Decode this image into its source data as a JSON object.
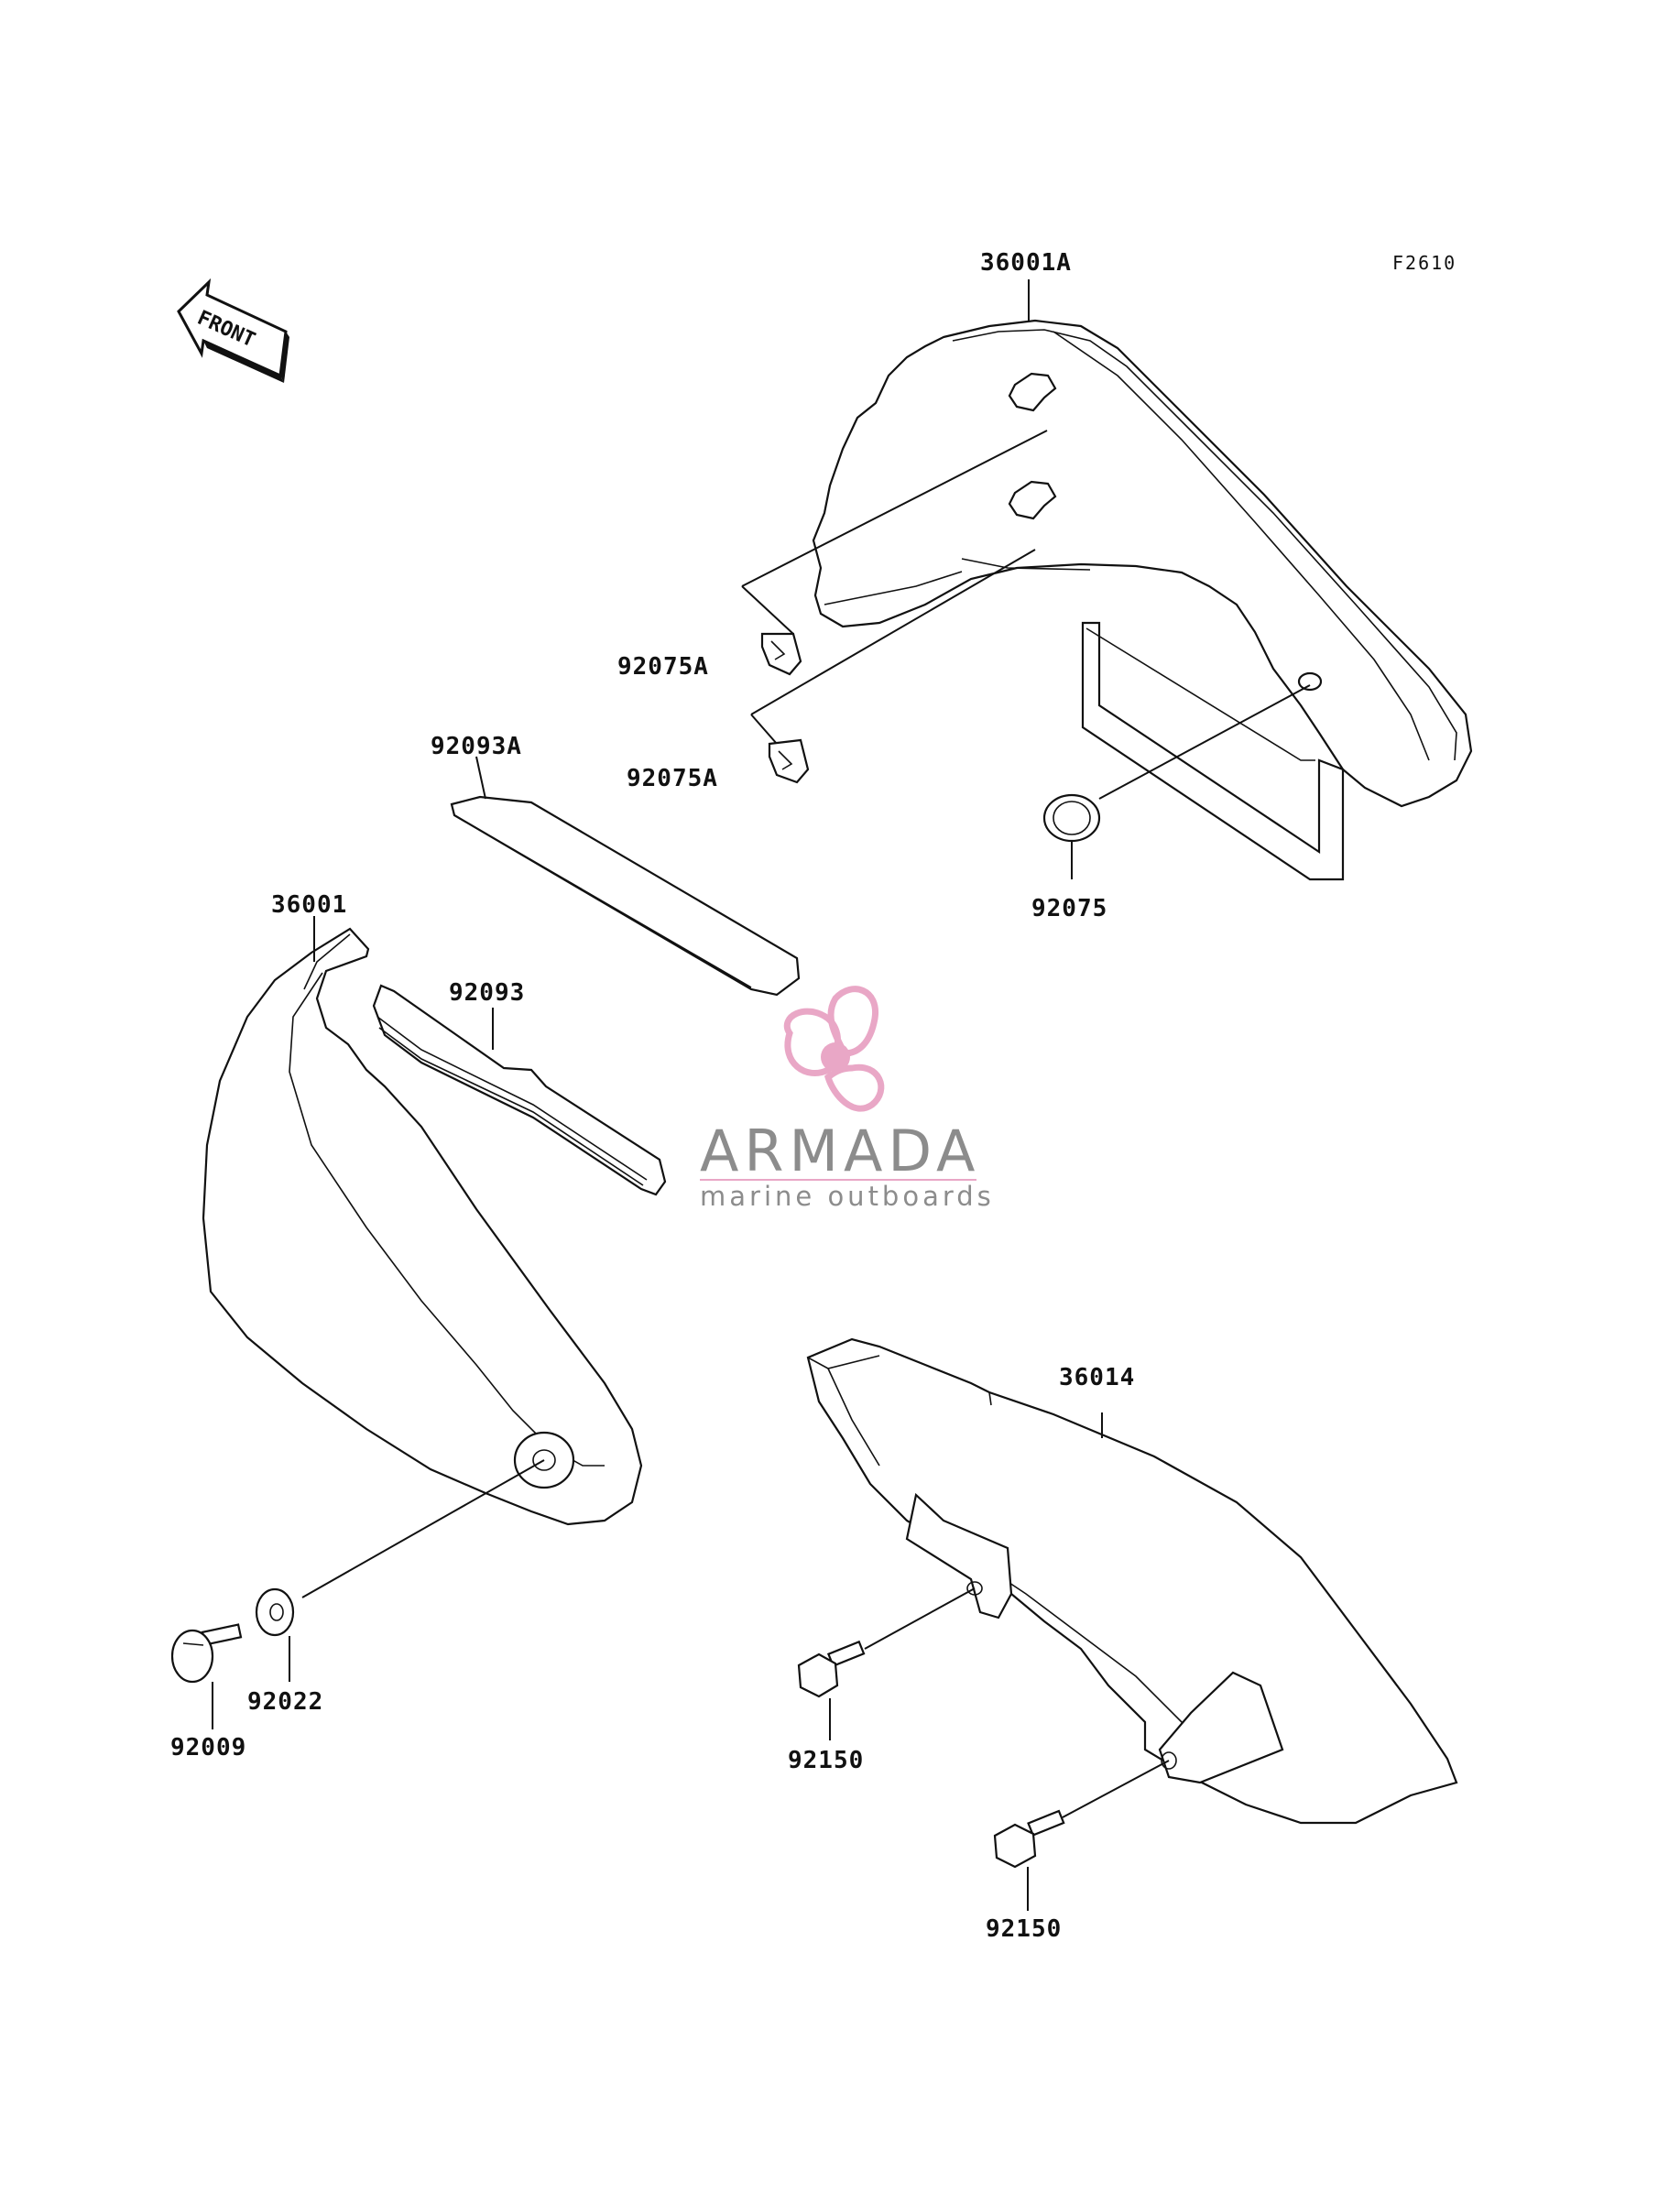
{
  "figure_code": "F2610",
  "front_label": "FRONT",
  "watermark": {
    "name": "ARMADA",
    "tagline": "marine outboards",
    "color_text": "#8c8c8c",
    "color_logo": "#e9a7c6"
  },
  "part_labels": {
    "p36001A": "36001A",
    "p92075A_1": "92075A",
    "p92075A_2": "92075A",
    "p92093A": "92093A",
    "p92075": "92075",
    "p36001": "36001",
    "p92093": "92093",
    "p36014": "36014",
    "p92022": "92022",
    "p92009": "92009",
    "p92150_1": "92150",
    "p92150_2": "92150"
  }
}
